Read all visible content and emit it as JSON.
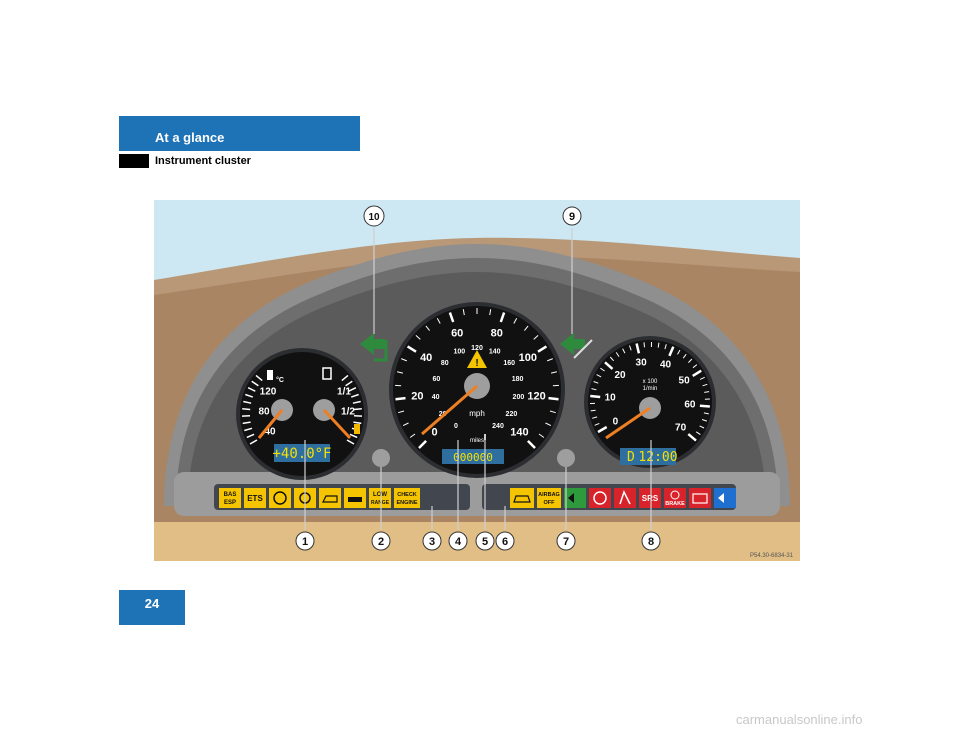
{
  "header": {
    "title": "At a glance",
    "color": "#1e72b6"
  },
  "subtitle": "Instrument cluster",
  "page_number": "24",
  "figure": {
    "code": "P54.30-6834-31",
    "callouts": [
      "1",
      "2",
      "3",
      "4",
      "5",
      "6",
      "7",
      "8",
      "9",
      "10"
    ],
    "left_gauge": {
      "temp_ticks": [
        "120",
        "80",
        "40"
      ],
      "temp_unit": "°C",
      "fuel_ticks": [
        "1/1",
        "1/2"
      ],
      "display": "+40.0°F"
    },
    "speedometer": {
      "mph_ticks": [
        "0",
        "20",
        "40",
        "60",
        "80",
        "100",
        "120",
        "140"
      ],
      "kmh_ticks": [
        "0",
        "20",
        "40",
        "60",
        "80",
        "100",
        "120",
        "140",
        "160",
        "180",
        "200",
        "220",
        "240"
      ],
      "unit": "mph",
      "odo_label": "miles",
      "odometer": "000000"
    },
    "tachometer": {
      "ticks": [
        "0",
        "10",
        "20",
        "30",
        "40",
        "50",
        "60",
        "70"
      ],
      "scale_label": "x 100",
      "unit": "1/min",
      "gear": "D",
      "clock": "12:00"
    },
    "lamps_left": [
      "BAS ESP",
      "ETS",
      "brake-pad-icon",
      "brake-wear-icon",
      "oil-icon",
      "coolant-icon",
      "LOW RANGE",
      "CHECK ENGINE"
    ],
    "lamps_right": [
      "seat-belt-warning",
      "AIRBAG OFF",
      "fog-lamp-icon",
      "tire-icon",
      "seatbelt-icon",
      "SRS",
      "BRAKE",
      "battery-icon",
      "high-beam-icon"
    ]
  },
  "watermark": "carmanualsonline.info"
}
